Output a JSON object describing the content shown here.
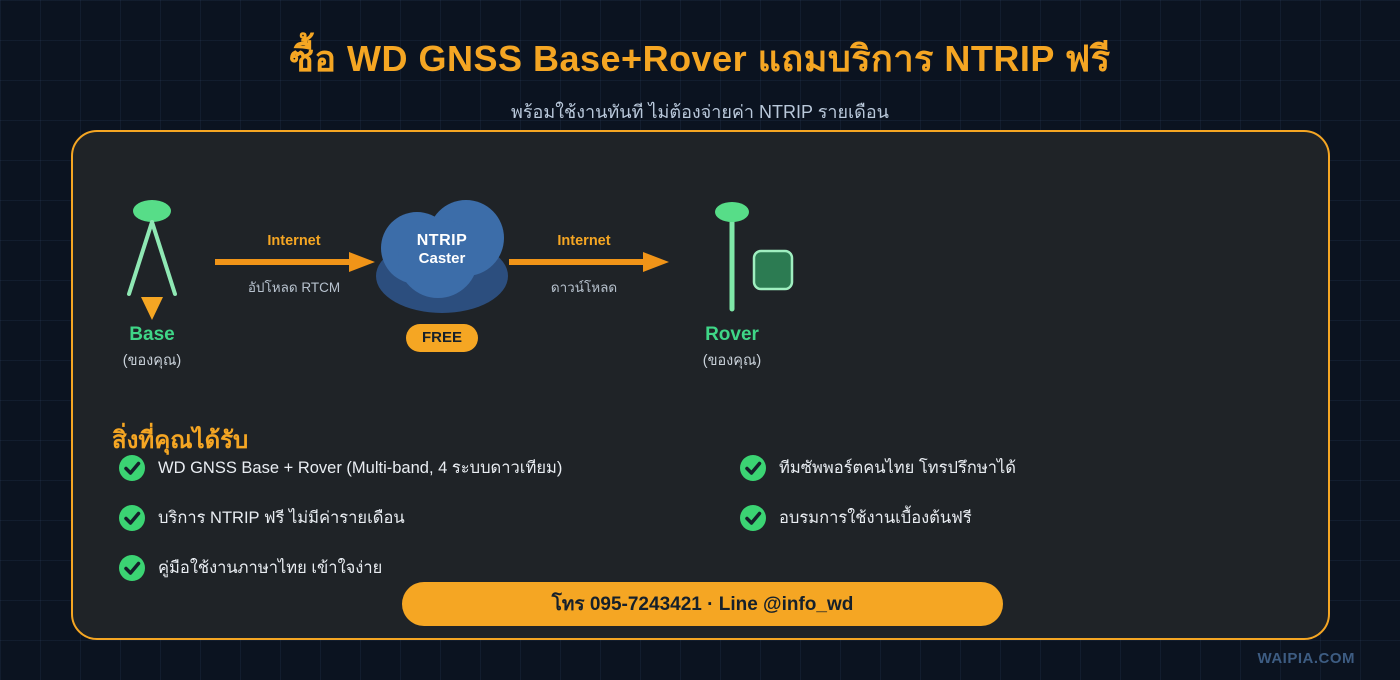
{
  "page": {
    "title": "ซื้อ WD GNSS Base+Rover แถมบริการ NTRIP ฟรี",
    "subtitle": "พร้อมใช้งานทันที ไม่ต้องจ่ายค่า NTRIP รายเดือน",
    "watermark": "WAIPIA.COM"
  },
  "diagram": {
    "base": {
      "label": "Base",
      "sublabel": "(ของคุณ)"
    },
    "rover": {
      "label": "Rover",
      "sublabel": "(ของคุณ)"
    },
    "cloud": {
      "line1": "NTRIP",
      "line2": "Caster"
    },
    "free_badge": "FREE",
    "upload": {
      "label": "Internet",
      "sublabel": "อัปโหลด RTCM"
    },
    "download": {
      "label": "Internet",
      "sublabel": "ดาวน์โหลด"
    }
  },
  "benefits": {
    "heading": "สิ่งที่คุณได้รับ",
    "left": [
      "WD GNSS Base + Rover (Multi-band, 4 ระบบดาวเทียม)",
      "บริการ NTRIP ฟรี ไม่มีค่ารายเดือน",
      "คู่มือใช้งานภาษาไทย เข้าใจง่าย"
    ],
    "right": [
      "ทีมซัพพอร์ตคนไทย โทรปรึกษาได้",
      "อบรมการใช้งานเบื้องต้นฟรี"
    ]
  },
  "cta": {
    "label": "โทร 095-7243421 · Line @info_wd"
  },
  "colors": {
    "accent_orange": "#F5A623",
    "arrow_orange": "#F09418",
    "device_green": "#57DD88",
    "label_green": "#3FD687",
    "check_green": "#3BD473",
    "cloud_blue": "#3C6DA9",
    "cloud_blue_dark": "#2C4E7E",
    "background": "#0B1320",
    "card_background": "#1F2327",
    "text_primary": "#E9EDF2",
    "text_muted": "#B7C2CE",
    "watermark_blue": "#3D5C82"
  }
}
